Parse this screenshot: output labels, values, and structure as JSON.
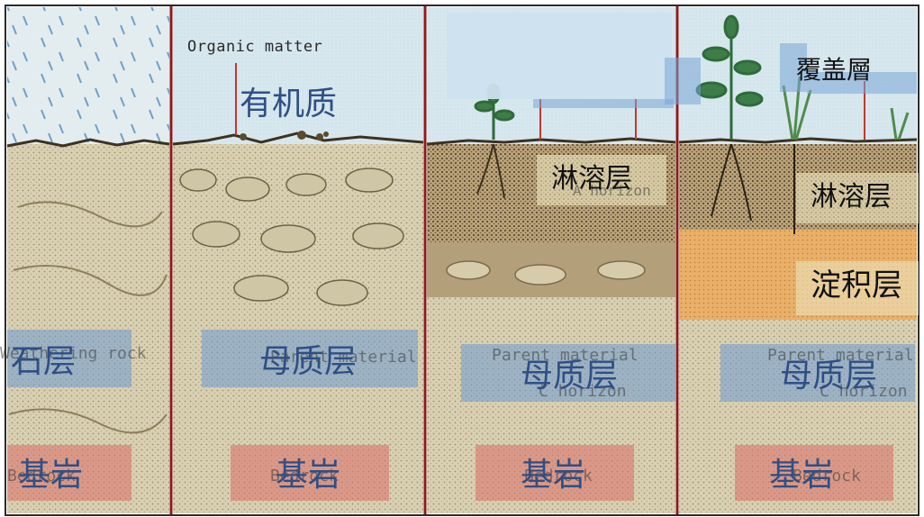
{
  "panels": [
    {
      "id": "p1"
    },
    {
      "id": "p2"
    },
    {
      "id": "p3"
    },
    {
      "id": "p4"
    }
  ],
  "labels": {
    "organic_matter_en": "Organic matter",
    "organic_matter_zh": "有机质",
    "weathering_rock_en": "Weathering rock",
    "weathering_rock_zh": "石层",
    "parent_material_en": "Parent material",
    "parent_material_zh": "母质层",
    "c_horizon_en": "C horizon",
    "leaching_zh": "淋溶层",
    "a_horizon_en": "A horizon",
    "deposition_zh": "淀积层",
    "cover_zh": "覆盖層",
    "bedrock_en": "Bedrock",
    "bedrock_zh": "基岩"
  },
  "colors": {
    "divider": "#8b1a1a",
    "sky": "#cfe2ea",
    "rain": "#6fa0c8",
    "soil_light": "#d6cdb0",
    "soil_dark": "#7a6642",
    "orange_layer": "#e6a24e",
    "plant": "#2e6b3a",
    "zh_blue_text": "#2f4f86"
  }
}
